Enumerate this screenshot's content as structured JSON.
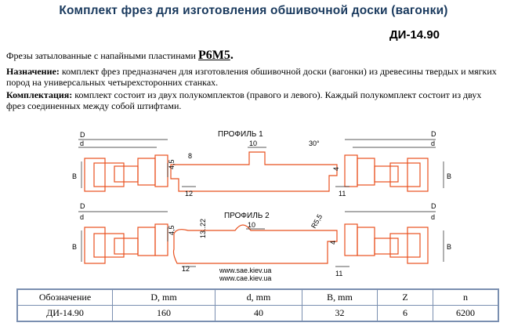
{
  "page": {
    "title": "Комплект фрез для изготовления обшивочной доски (вагонки)",
    "code": "ДИ-14.90",
    "intro": "Фрезы затылованные с напайными пластинами",
    "material": "Р6М5",
    "material_suffix": ".",
    "purpose_label": "Назначение:",
    "purpose_text": " комплект фрез предназначен для изготовления обшивочной доски (вагонки) из древесины твердых и мягких пород на универсальных четырехсторонних станках.",
    "set_label": "Комплектация:",
    "set_text": " комплект состоит из двух полукомплектов (правого и левого). Каждый полукомплект состоит из двух фрез соединенных между собой штифтами."
  },
  "drawing": {
    "profile1": "ПРОФИЛЬ 1",
    "profile2": "ПРОФИЛЬ 2",
    "url1": "www.sae.kiev.ua",
    "url2": "www.cae.kiev.ua",
    "dim_D": "D",
    "dim_d": "d",
    "dim_B": "B",
    "dim_8": "8",
    "dim_10": "10",
    "dim_10b": "10",
    "dim_45": "4,5",
    "dim_45b": "4,5",
    "dim_12": "12",
    "dim_12b": "12",
    "dim_11": "11",
    "dim_11b": "11",
    "dim_4": "4",
    "dim_4b": "4",
    "dim_30": "30°",
    "dim_1322": "13..22",
    "dim_r5": "R5,5",
    "colors": {
      "outline": "#e8501e",
      "dim": "#222222"
    }
  },
  "table": {
    "headers": [
      "Обозначение",
      "D, mm",
      "d, mm",
      "B, mm",
      "Z",
      "n"
    ],
    "rows": [
      [
        "ДИ-14.90",
        "160",
        "40",
        "32",
        "6",
        "6200"
      ]
    ]
  }
}
